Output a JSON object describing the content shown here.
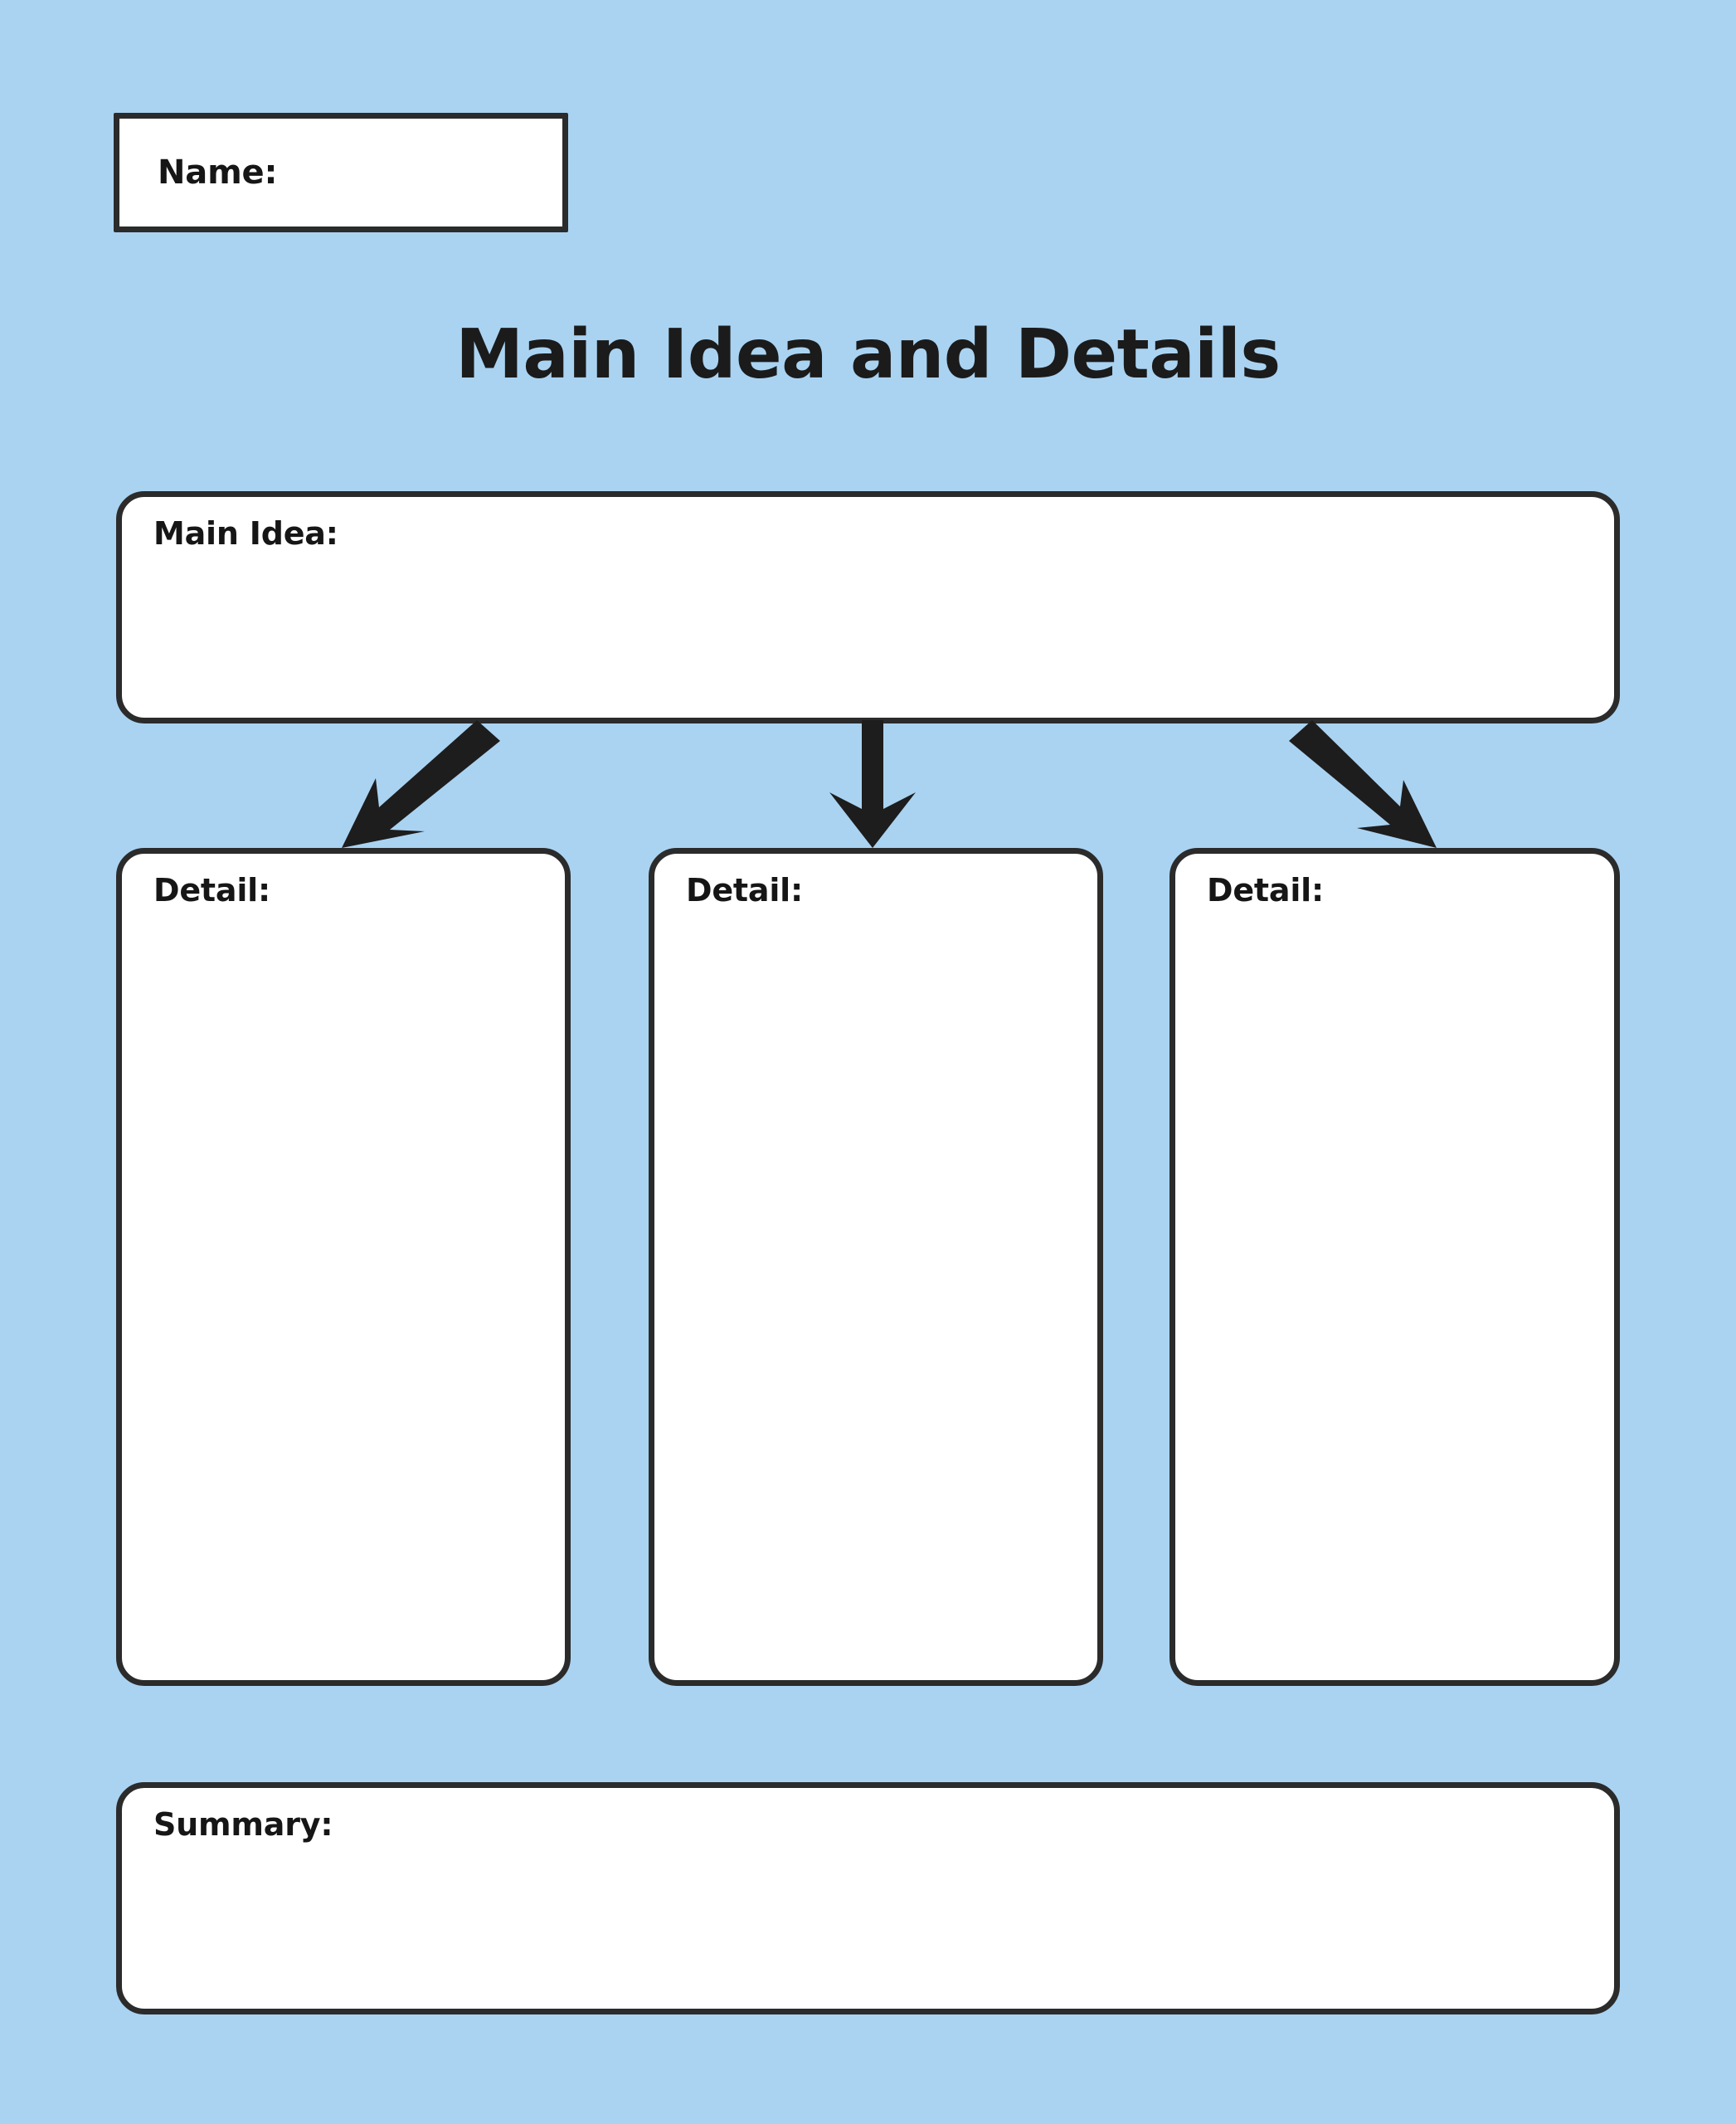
{
  "page": {
    "background_color": "#aad3f2",
    "ink_color": "#2b2b2b",
    "field_background": "#ffffff",
    "title": "Main Idea and Details"
  },
  "name_field": {
    "label": "Name:",
    "value": ""
  },
  "main_idea": {
    "label": "Main Idea:",
    "value": ""
  },
  "details": [
    {
      "label": "Detail:",
      "value": ""
    },
    {
      "label": "Detail:",
      "value": ""
    },
    {
      "label": "Detail:",
      "value": ""
    }
  ],
  "summary": {
    "label": "Summary:",
    "value": ""
  },
  "connectors": [
    {
      "name": "arrow-main-idea-to-detail-1",
      "direction": "down-left"
    },
    {
      "name": "arrow-main-idea-to-detail-2",
      "direction": "down"
    },
    {
      "name": "arrow-main-idea-to-detail-3",
      "direction": "down-right"
    }
  ]
}
